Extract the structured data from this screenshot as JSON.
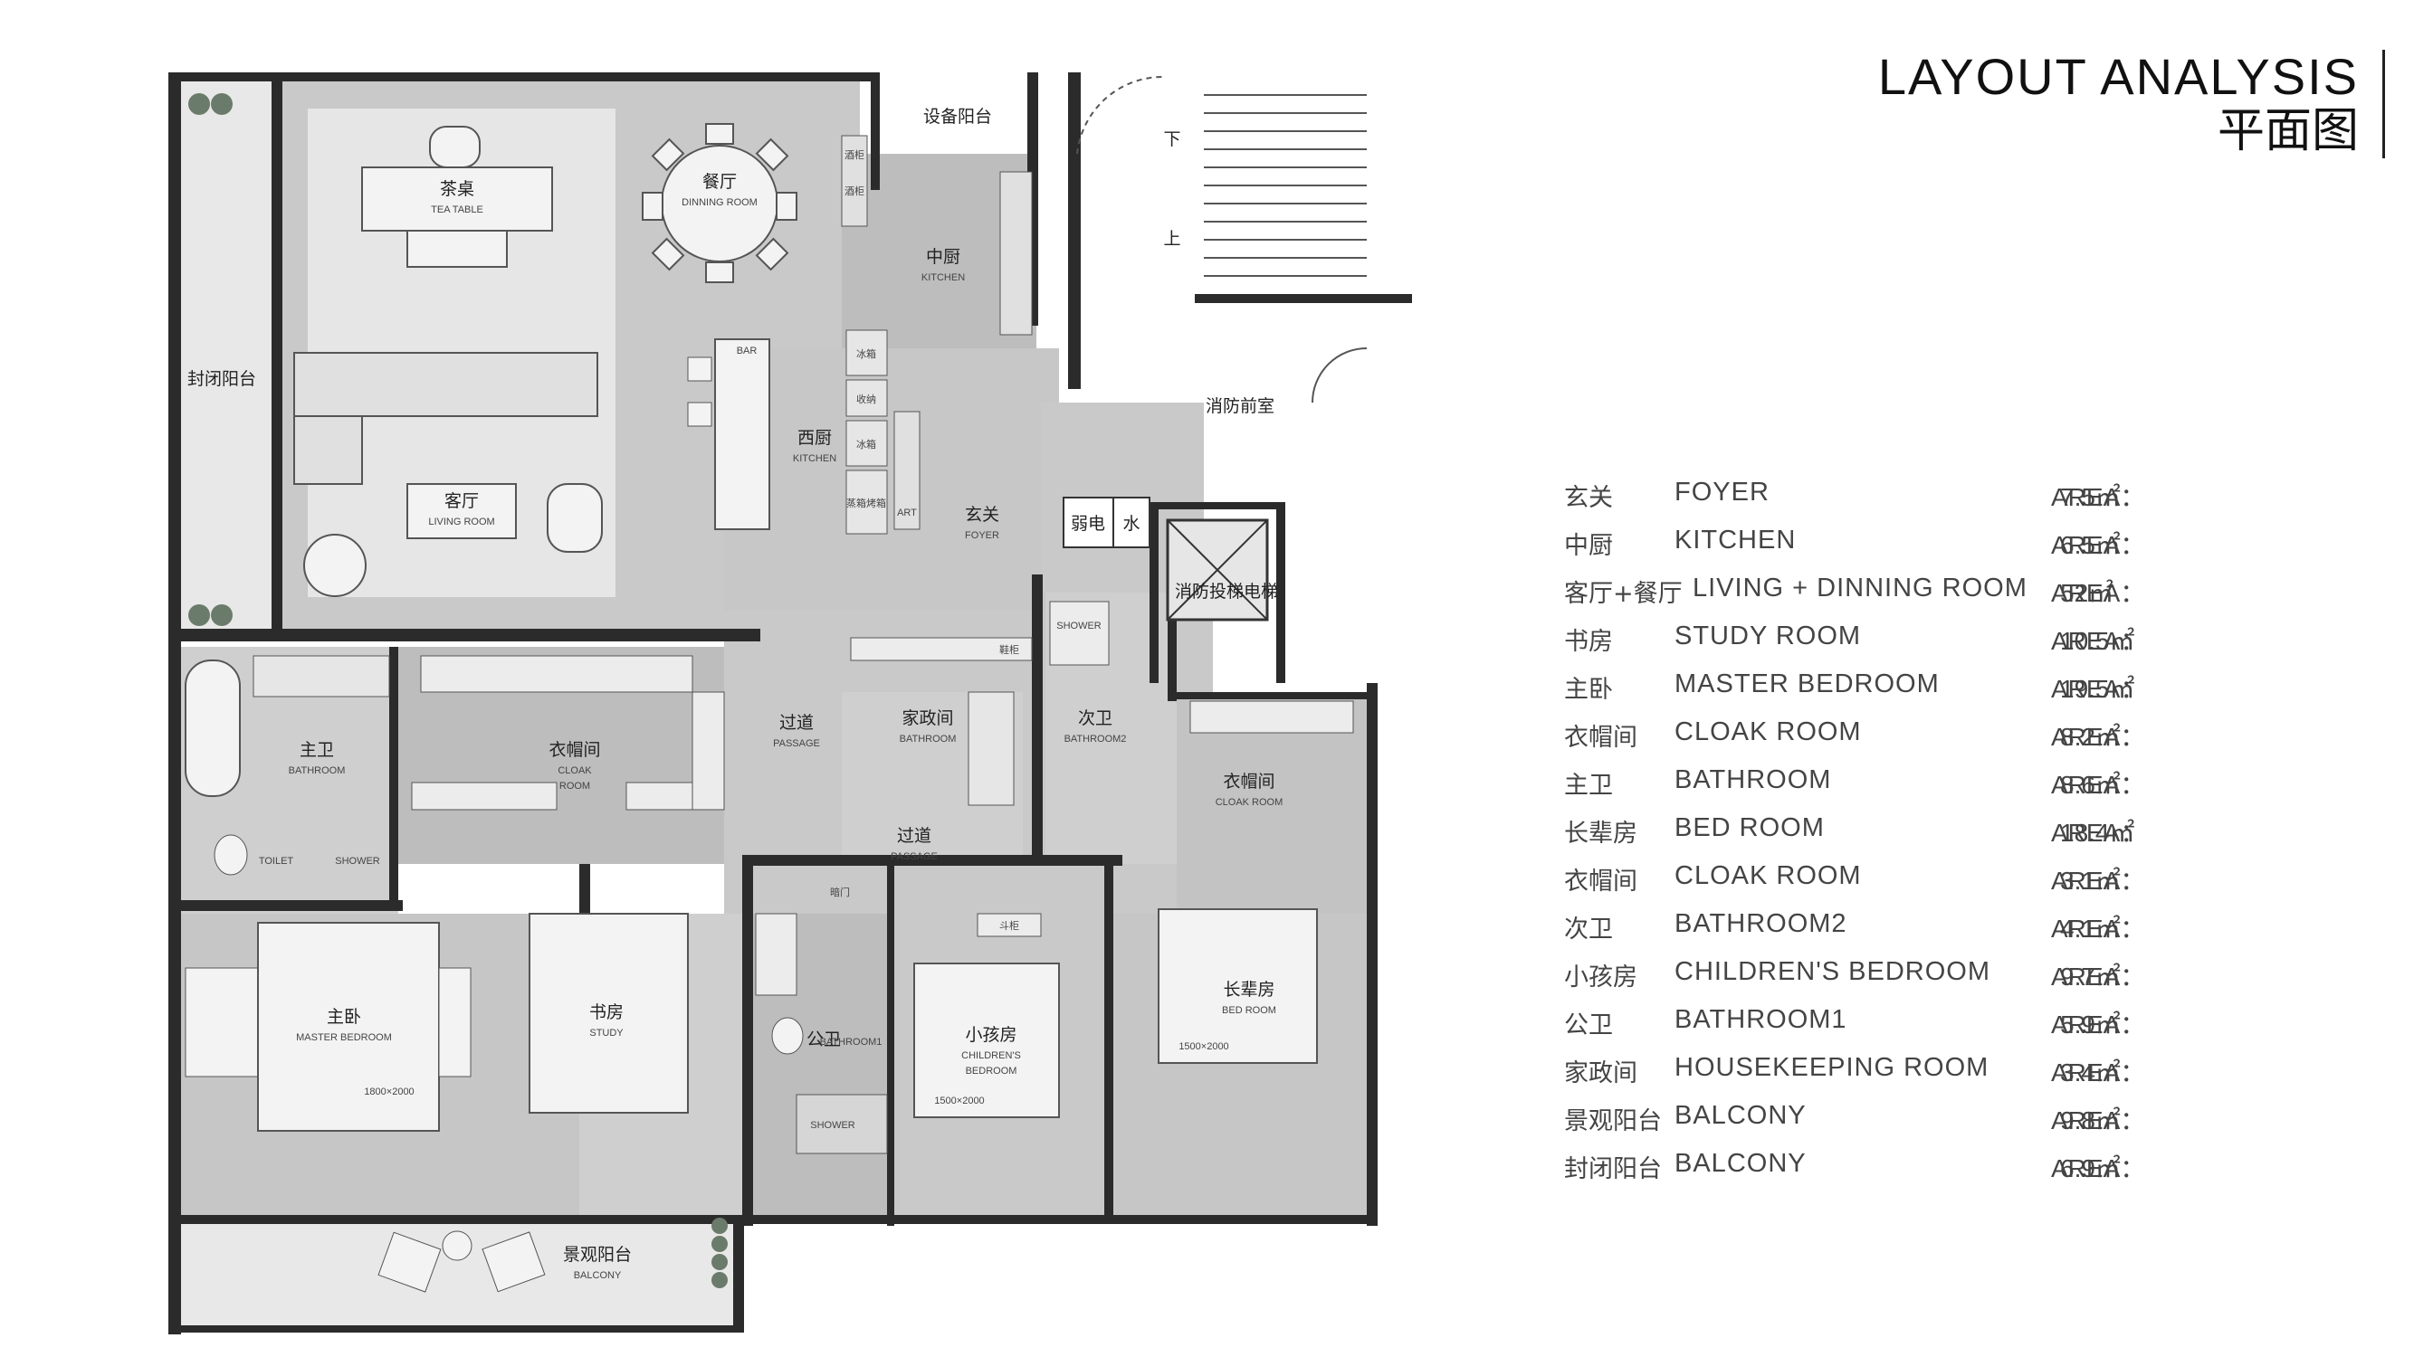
{
  "title": {
    "en": "LAYOUT ANALYSIS",
    "cn": "平面图"
  },
  "area_label": "AREA：",
  "areas": [
    {
      "cn": "玄关",
      "en": "FOYER",
      "value": "7.5㎡"
    },
    {
      "cn": "中厨",
      "en": "KITCHEN",
      "value": "6.5㎡"
    },
    {
      "cn": "客厅+餐厅",
      "en": "LIVING + DINNING ROOM",
      "value": "52㎡"
    },
    {
      "cn": "书房",
      "en": "STUDY ROOM",
      "value": "10.5㎡"
    },
    {
      "cn": "主卧",
      "en": "MASTER BEDROOM",
      "value": "19.5㎡"
    },
    {
      "cn": "衣帽间",
      "en": "CLOAK ROOM",
      "value": "8.2㎡"
    },
    {
      "cn": "主卫",
      "en": "BATHROOM",
      "value": "8.6㎡"
    },
    {
      "cn": "长辈房",
      "en": "BED ROOM",
      "value": "18.4㎡"
    },
    {
      "cn": "衣帽间",
      "en": "CLOAK ROOM",
      "value": "3.1㎡"
    },
    {
      "cn": "次卫",
      "en": "BATHROOM2",
      "value": "4.1㎡"
    },
    {
      "cn": "小孩房",
      "en": "CHILDREN'S BEDROOM",
      "value": "9.7㎡"
    },
    {
      "cn": "公卫",
      "en": "BATHROOM1",
      "value": "5.9㎡"
    },
    {
      "cn": "家政间",
      "en": "HOUSEKEEPING  ROOM",
      "value": "3.4㎡"
    },
    {
      "cn": "景观阳台",
      "en": "BALCONY",
      "value": "9.8㎡"
    },
    {
      "cn": "封闭阳台",
      "en": "BALCONY",
      "value": "6.9㎡"
    }
  ],
  "plan": {
    "tea_table": {
      "cn": "茶桌",
      "en": "TEA TABLE"
    },
    "dining": {
      "cn": "餐厅",
      "en": "DINNING ROOM"
    },
    "equip_balcony": "设备阳台",
    "wine1": "酒柜",
    "wine2": "酒柜",
    "kitchen": {
      "cn": "中厨",
      "en": "KITCHEN"
    },
    "enclosed_balcony": "封闭阳台",
    "bar": "BAR",
    "fridge1": "冰箱",
    "storage": "收纳",
    "fridge2": "冰箱",
    "oven": "蒸箱烤箱",
    "western_kitchen": {
      "cn": "西厨",
      "en": "KITCHEN"
    },
    "art": "ART",
    "living": {
      "cn": "客厅",
      "en": "LIVING ROOM"
    },
    "foyer": {
      "cn": "玄关",
      "en": "FOYER"
    },
    "fire_lobby": "消防前室",
    "down": "下",
    "up": "上",
    "weak_elec": "弱电",
    "water": "水",
    "elevator": "消防投梯电梯",
    "shoe": "鞋柜",
    "shower_a": "SHOWER",
    "master_bath": {
      "cn": "主卫",
      "en": "BATHROOM"
    },
    "toilet": "TOILET",
    "shower_b": "SHOWER",
    "cloak1": {
      "cn": "衣帽间",
      "en1": "CLOAK",
      "en2": "ROOM"
    },
    "passage1": {
      "cn": "过道",
      "en": "PASSAGE"
    },
    "housekeeping": {
      "cn": "家政间",
      "en": "BATHROOM"
    },
    "bath2": {
      "cn": "次卫",
      "en": "BATHROOM2"
    },
    "cloak2": {
      "cn": "衣帽间",
      "en": "CLOAK ROOM"
    },
    "passage2": {
      "cn": "过道",
      "en": "PASSAGE"
    },
    "dark_door": "暗门",
    "chest": "斗柜",
    "master_bed": {
      "cn": "主卧",
      "en": "MASTER BEDROOM",
      "size": "1800×2000"
    },
    "study": {
      "cn": "书房",
      "en": "STUDY"
    },
    "bath1": {
      "cn": "公卫",
      "en": "BATHROOM1"
    },
    "shower_c": "SHOWER",
    "children": {
      "cn": "小孩房",
      "en1": "CHILDREN'S",
      "en2": "BEDROOM",
      "size": "1500×2000"
    },
    "elder": {
      "cn": "长辈房",
      "en": "BED ROOM",
      "size": "1500×2000"
    },
    "landscape_balcony": {
      "cn": "景观阳台",
      "en": "BALCONY"
    }
  }
}
